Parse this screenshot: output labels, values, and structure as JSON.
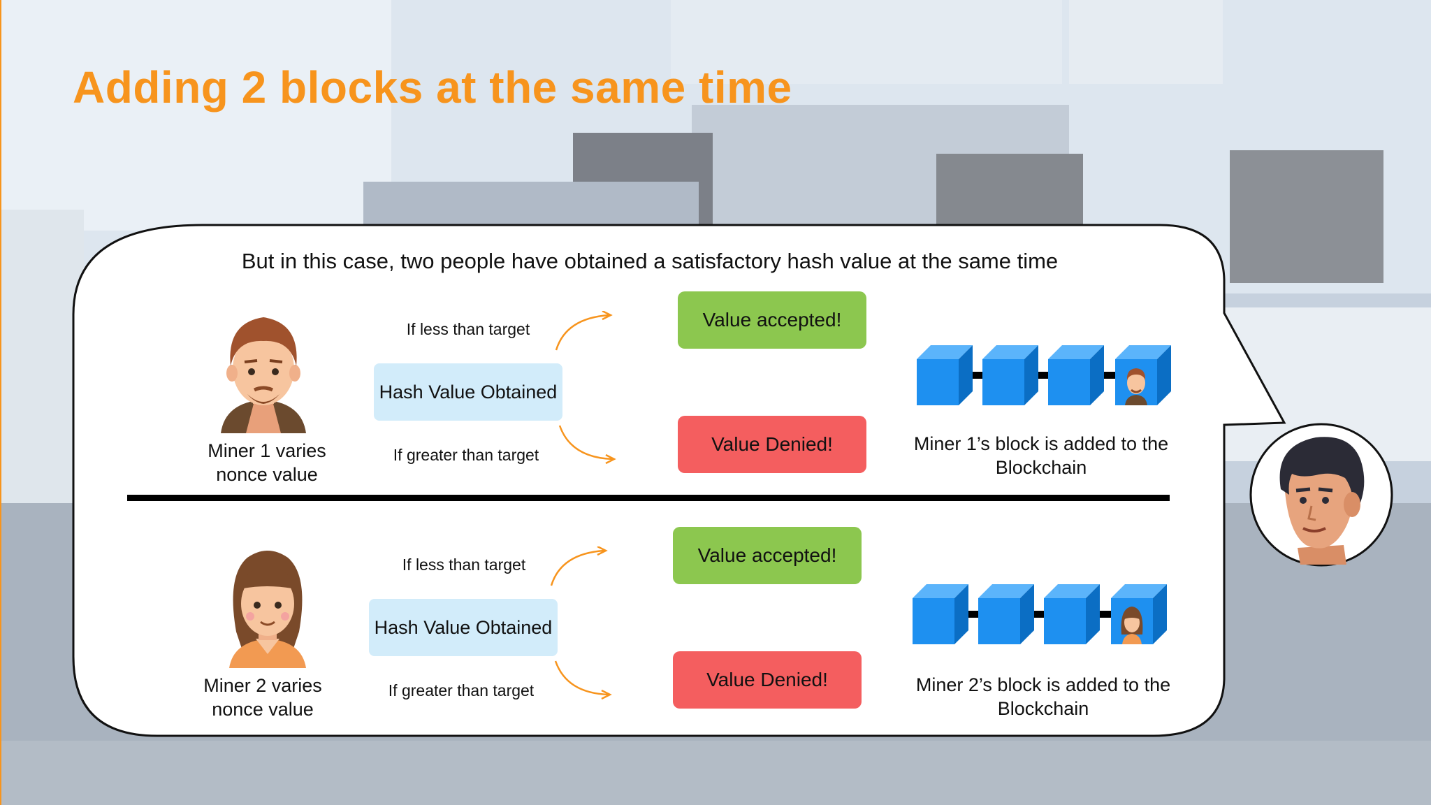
{
  "slide": {
    "title": "Adding 2 blocks at the same time",
    "subtitle": "But in this case, two people have obtained a satisfactory hash value at the same time"
  },
  "rows": [
    {
      "miner_label": "Miner 1 varies nonce value",
      "if_less": "If less than target",
      "if_greater": "If greater than target",
      "hash_box": "Hash Value Obtained",
      "accepted": "Value accepted!",
      "denied": "Value Denied!",
      "chain_label": "Miner 1’s block is added to the Blockchain"
    },
    {
      "miner_label": "Miner 2 varies nonce value",
      "if_less": "If less than target",
      "if_greater": "If greater than target",
      "hash_box": "Hash Value Obtained",
      "accepted": "Value accepted!",
      "denied": "Value Denied!",
      "chain_label": "Miner 2’s block is added to the Blockchain"
    }
  ],
  "colors": {
    "title": "#f7941d",
    "accepted": "#8cc74f",
    "denied": "#f45e5f",
    "hash_box": "#d2ecfa",
    "block": "#1e90f0",
    "arrow": "#f7941d"
  },
  "icons": {
    "miner_1": "bearded-man-avatar-icon",
    "miner_2": "woman-avatar-icon",
    "narrator": "narrator-man-avatar-icon",
    "block": "cube-icon"
  }
}
